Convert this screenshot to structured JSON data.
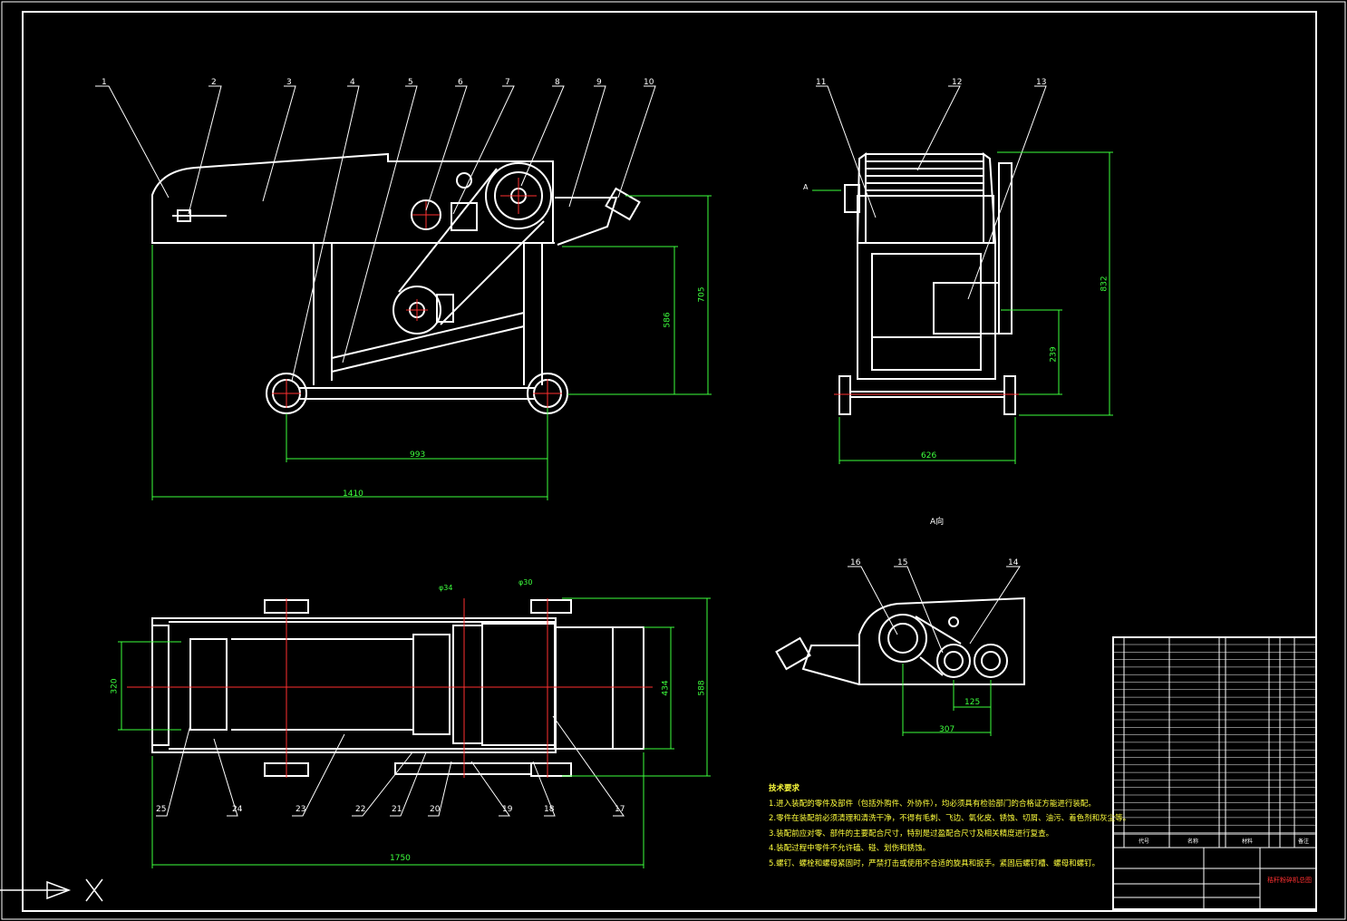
{
  "balloons_front": [
    "1",
    "2",
    "3",
    "4",
    "5",
    "6",
    "7",
    "8",
    "9",
    "10"
  ],
  "balloons_side": [
    "11",
    "12",
    "13"
  ],
  "balloons_detail": [
    "16",
    "15",
    "14"
  ],
  "balloons_top": [
    "25",
    "24",
    "23",
    "22",
    "21",
    "20",
    "19",
    "18",
    "17"
  ],
  "dims_front": {
    "width_total": "1410",
    "wheelbase": "993",
    "height_outlet": "586",
    "height_total": "705"
  },
  "dims_side": {
    "width": "626",
    "height": "832",
    "motor_height": "239"
  },
  "dims_top": {
    "length": "1750",
    "width_a": "320",
    "width_b": "434",
    "width_c": "588",
    "dia_1": "φ34",
    "dia_2": "φ30"
  },
  "dims_detail": {
    "center_1": "125",
    "center_2": "307"
  },
  "view_label": "A向",
  "arrow_label": "A",
  "notes_title": "技术要求",
  "notes": [
    "1.进入装配的零件及部件（包括外购件、外协件），均必须具有检验部门的合格证方能进行装配。",
    "2.零件在装配前必须清理和清洗干净，不得有毛刺、飞边、氧化皮、锈蚀、切屑、油污、着色剂和灰尘等。",
    "3.装配前应对零、部件的主要配合尺寸，特别是过盈配合尺寸及相关精度进行复查。",
    "4.装配过程中零件不允许磕、碰、划伤和锈蚀。",
    "5.螺钉、螺栓和螺母紧固时，严禁打击或使用不合适的旋具和扳手。紧固后螺钉槽、螺母和螺钉。"
  ],
  "titleblock": {
    "col_code": "代号",
    "col_name": "名称",
    "col_material": "材料",
    "col_note": "备注",
    "drawing_title": "秸秆粉碎机总图"
  },
  "colors": {
    "outline": "#ffffff",
    "dimension": "#3dff3d",
    "centerline": "#ff3030",
    "leader": "#ffffff",
    "notes": "#ffff3d"
  }
}
